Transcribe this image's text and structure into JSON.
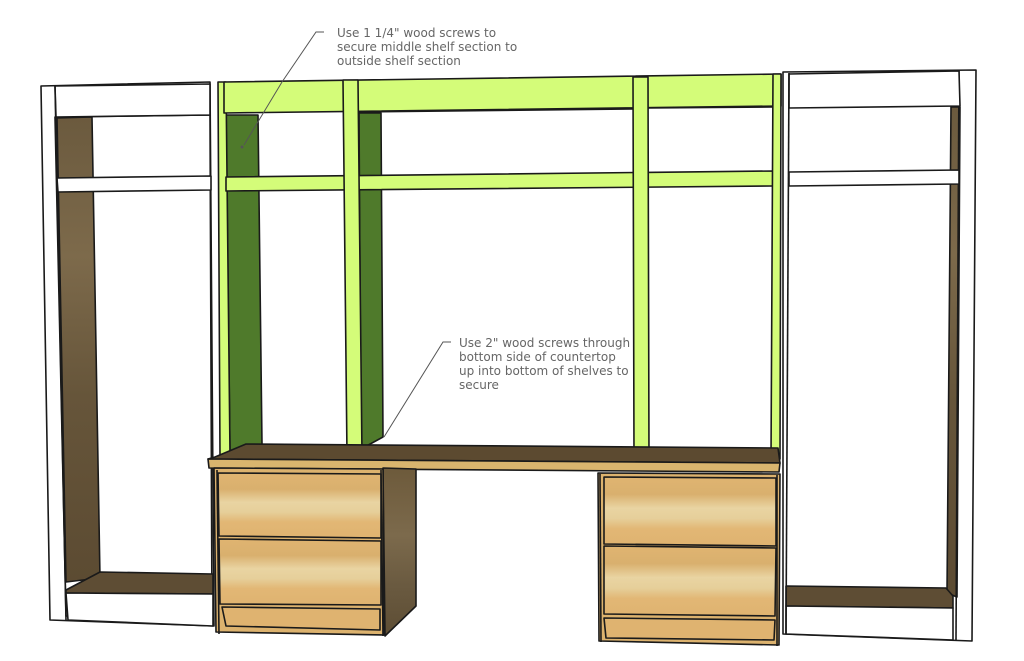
{
  "diagram": {
    "type": "woodworking-plan",
    "colors": {
      "background": "#ffffff",
      "outline": "#1a1a1a",
      "middle_section_green": "#d4fc79",
      "middle_section_dark_green": "#4f7a2b",
      "outside_section_white": "#ffffff",
      "outside_section_dark_wood": "#6b5a3e",
      "countertop_top": "#5c4a30",
      "countertop_edge": "#d9b56e",
      "drawer_wood": "#e2b977",
      "drawer_wood_light": "#e6d3a0",
      "dresser_side": "#6e5b3d",
      "leader_line": "#555555",
      "note_text": "#666666"
    },
    "components": [
      {
        "name": "left-outside-shelf-section",
        "color": "white"
      },
      {
        "name": "middle-shelf-section",
        "color": "green"
      },
      {
        "name": "right-outside-shelf-section",
        "color": "white"
      },
      {
        "name": "countertop",
        "color": "wood"
      },
      {
        "name": "left-dresser",
        "drawers": 2
      },
      {
        "name": "right-dresser",
        "drawers": 2
      }
    ]
  },
  "annotations": [
    {
      "id": "note-top",
      "lines": [
        "Use 1 1/4\" wood screws to",
        "secure middle shelf section to",
        "outside shelf section"
      ]
    },
    {
      "id": "note-middle",
      "lines": [
        "Use 2\" wood screws through",
        "bottom side of countertop",
        "up into bottom of shelves to",
        "secure"
      ]
    }
  ]
}
